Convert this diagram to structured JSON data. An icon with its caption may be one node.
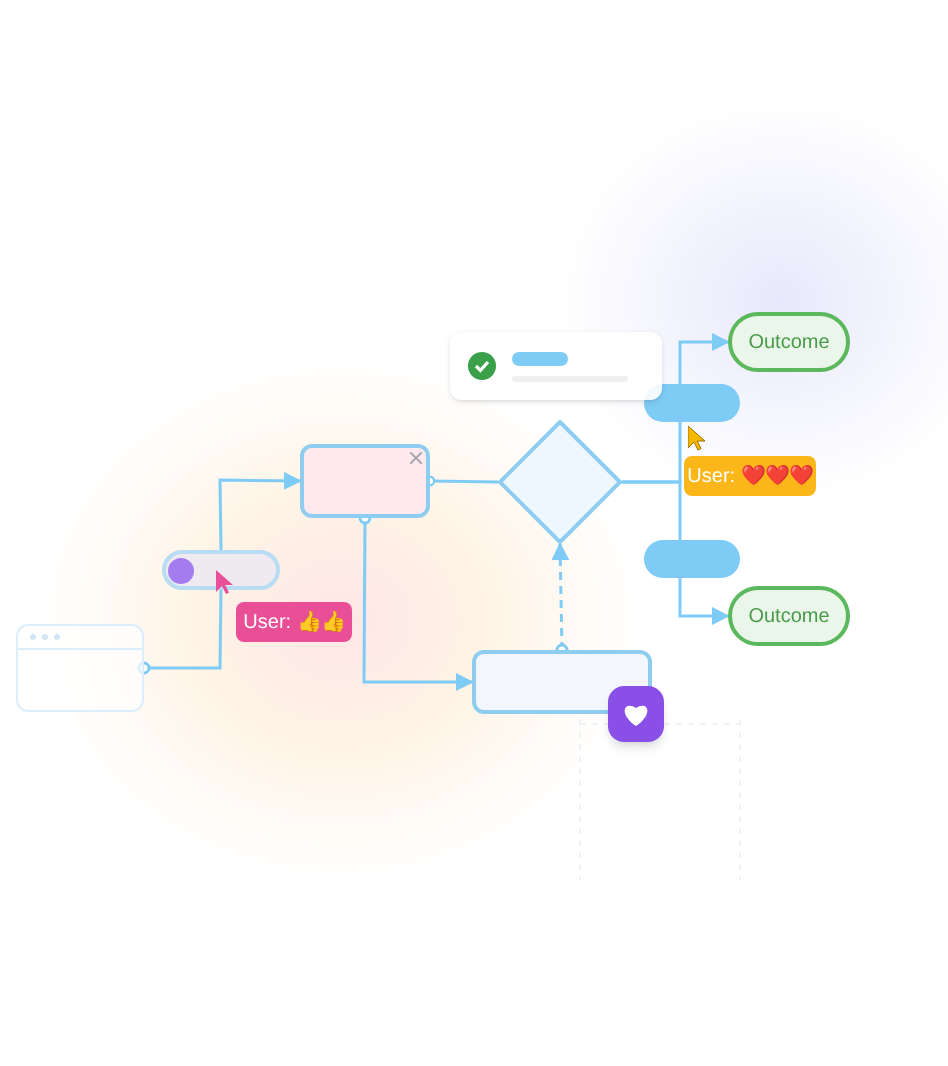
{
  "diagram": {
    "nodes": [
      {
        "text": [],
        "shape": "box"
      },
      {
        "text": [],
        "shape": "box"
      },
      {
        "text": [],
        "shape": "box"
      },
      {
        "text": [],
        "shape": "diamond"
      },
      {
        "text": [],
        "shape": "box"
      },
      {
        "text": [],
        "shape": "bar"
      },
      {
        "text": [],
        "shape": "bar"
      },
      {
        "text": [
          "Outcome"
        ]
      },
      {
        "text": [
          "Outcome"
        ]
      },
      {
        "text": [
          "User: 👍👍"
        ]
      },
      {
        "text": [
          "User: ❤️❤️❤️"
        ]
      }
    ],
    "edges": [
      {
        "from": 0,
        "to": 1,
        "arrow": "none"
      },
      {
        "from": 1,
        "to": 2,
        "arrow": "to"
      },
      {
        "from": 2,
        "to": 3,
        "arrow": "other"
      },
      {
        "from": 2,
        "to": 4,
        "arrow": "to"
      },
      {
        "from": 4,
        "to": 3,
        "arrow": "to",
        "style": "dashed"
      },
      {
        "from": 3,
        "to": 5,
        "arrow": "none"
      },
      {
        "from": 5,
        "to": 7,
        "arrow": "to"
      },
      {
        "from": 3,
        "to": 6,
        "arrow": "none"
      },
      {
        "from": 6,
        "to": 8,
        "arrow": "to"
      }
    ]
  }
}
